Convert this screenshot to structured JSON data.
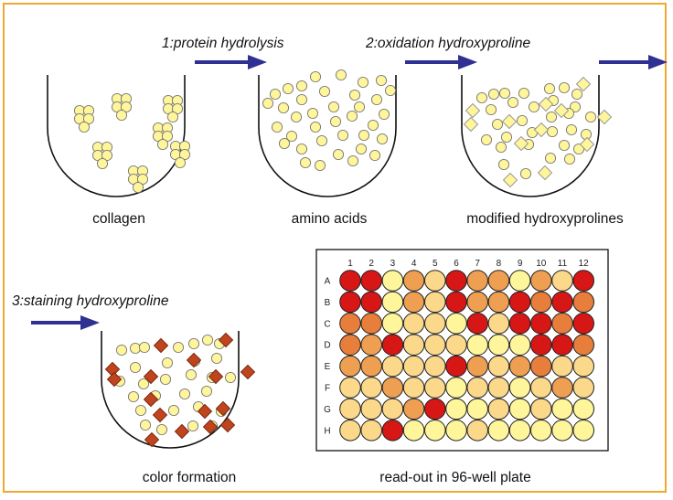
{
  "steps": {
    "s1": "1:protein hydrolysis",
    "s2": "2:oxidation hydroxyproline",
    "s3": "3:staining hydroxyproline"
  },
  "labels": {
    "collagen": "collagen",
    "amino": "amino acids",
    "modified": "modified hydroxyprolines",
    "color": "color formation",
    "readout": "read-out in 96-well plate"
  },
  "plate": {
    "columns": [
      "1",
      "2",
      "3",
      "4",
      "5",
      "6",
      "7",
      "8",
      "9",
      "10",
      "11",
      "12"
    ],
    "rows": [
      "A",
      "B",
      "C",
      "D",
      "E",
      "F",
      "G",
      "H"
    ],
    "palette": [
      "#FFF59A",
      "#FBD88A",
      "#EE9F52",
      "#E87E3C",
      "#D71616"
    ],
    "levels": [
      [
        4,
        4,
        0,
        2,
        1,
        4,
        2,
        2,
        0,
        2,
        1,
        4
      ],
      [
        4,
        4,
        0,
        2,
        1,
        4,
        2,
        2,
        4,
        3,
        4,
        3
      ],
      [
        3,
        3,
        0,
        1,
        1,
        0,
        4,
        1,
        4,
        4,
        3,
        4
      ],
      [
        3,
        2,
        4,
        1,
        1,
        1,
        0,
        0,
        0,
        4,
        4,
        3
      ],
      [
        2,
        2,
        1,
        1,
        1,
        4,
        2,
        1,
        2,
        3,
        1,
        1
      ],
      [
        1,
        1,
        2,
        1,
        1,
        0,
        1,
        1,
        0,
        1,
        2,
        1
      ],
      [
        1,
        1,
        1,
        2,
        4,
        0,
        0,
        1,
        0,
        1,
        0,
        0
      ],
      [
        1,
        1,
        4,
        0,
        0,
        0,
        1,
        0,
        0,
        0,
        0,
        0
      ]
    ]
  },
  "colors": {
    "frame": "#F0A830",
    "arrow": "#2E3192",
    "bead": "#FFF59A",
    "stain": "#C0451E"
  }
}
